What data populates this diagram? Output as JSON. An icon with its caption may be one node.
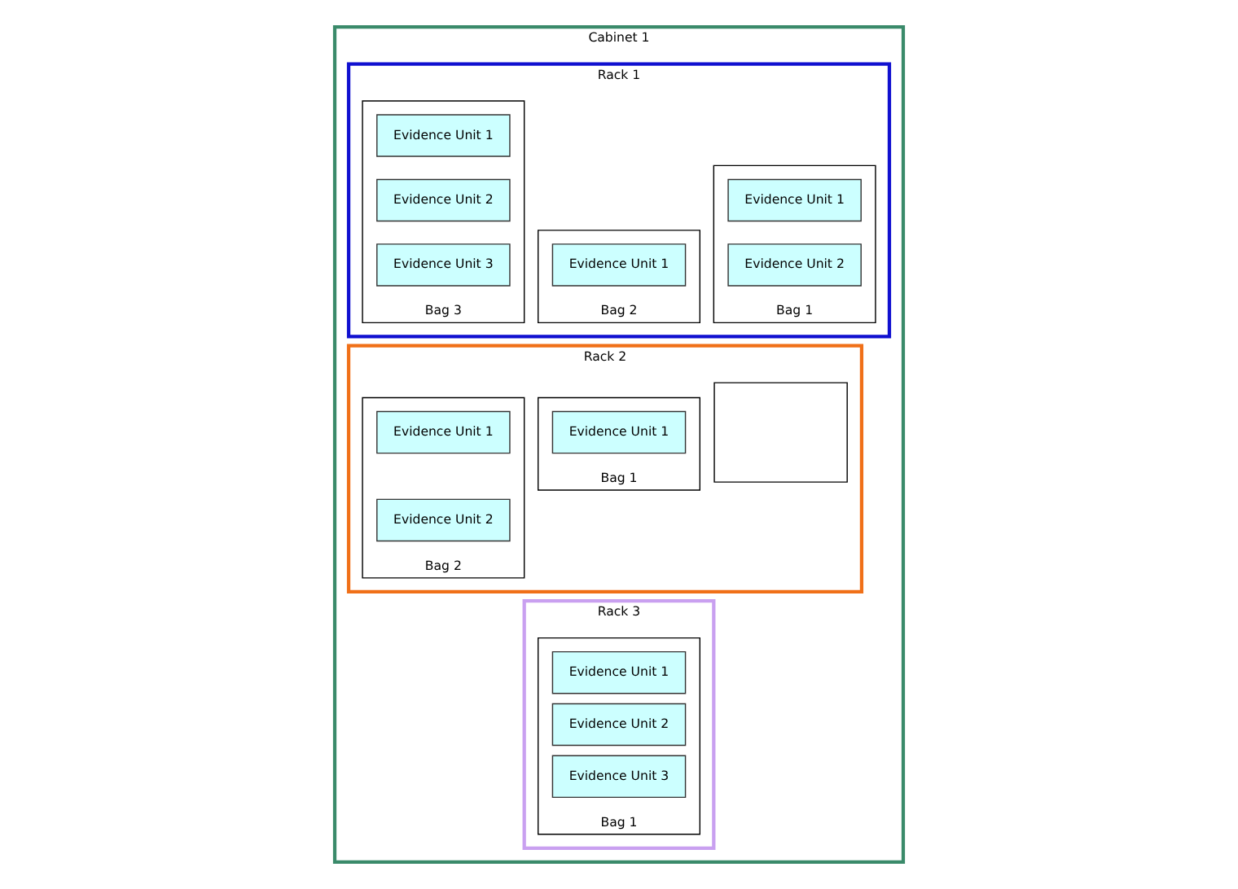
{
  "diagram": {
    "nodes": [
      {
        "text": [
          "Cabinet 1"
        ]
      },
      {
        "text": [
          "Rack 1"
        ],
        "in": 0
      },
      {
        "text": [
          "Bag 1"
        ],
        "in": 1
      },
      {
        "text": [
          "Evidence Unit 1"
        ],
        "in": 2
      },
      {
        "text": [
          "Evidence Unit 2"
        ],
        "in": 2
      },
      {
        "text": [
          "Bag 2"
        ],
        "in": 1
      },
      {
        "text": [
          "Evidence Unit 1"
        ],
        "in": 5
      },
      {
        "text": [
          "Bag 3"
        ],
        "in": 1
      },
      {
        "text": [
          "Evidence Unit 1"
        ],
        "in": 7
      },
      {
        "text": [
          "Evidence Unit 2"
        ],
        "in": 7
      },
      {
        "text": [
          "Evidence Unit 3"
        ],
        "in": 7
      },
      {
        "text": [
          "Rack 2"
        ],
        "in": 0
      },
      {
        "text": [
          "Bag 1"
        ],
        "in": 11
      },
      {
        "text": [
          "Evidence Unit 1"
        ],
        "in": 12
      },
      {
        "text": [
          "Bag 2"
        ],
        "in": 11
      },
      {
        "text": [
          "Evidence Unit 1"
        ],
        "in": 14
      },
      {
        "text": [
          "Evidence Unit 2"
        ],
        "in": 14
      },
      {
        "text": [],
        "shape": "box",
        "in": 11
      },
      {
        "text": [
          "Rack 3"
        ],
        "in": 0
      },
      {
        "text": [
          "Bag 1"
        ],
        "in": 18
      },
      {
        "text": [
          "Evidence Unit 1"
        ],
        "in": 19
      },
      {
        "text": [
          "Evidence Unit 2"
        ],
        "in": 19
      },
      {
        "text": [
          "Evidence Unit 3"
        ],
        "in": 19
      }
    ],
    "edges": []
  }
}
